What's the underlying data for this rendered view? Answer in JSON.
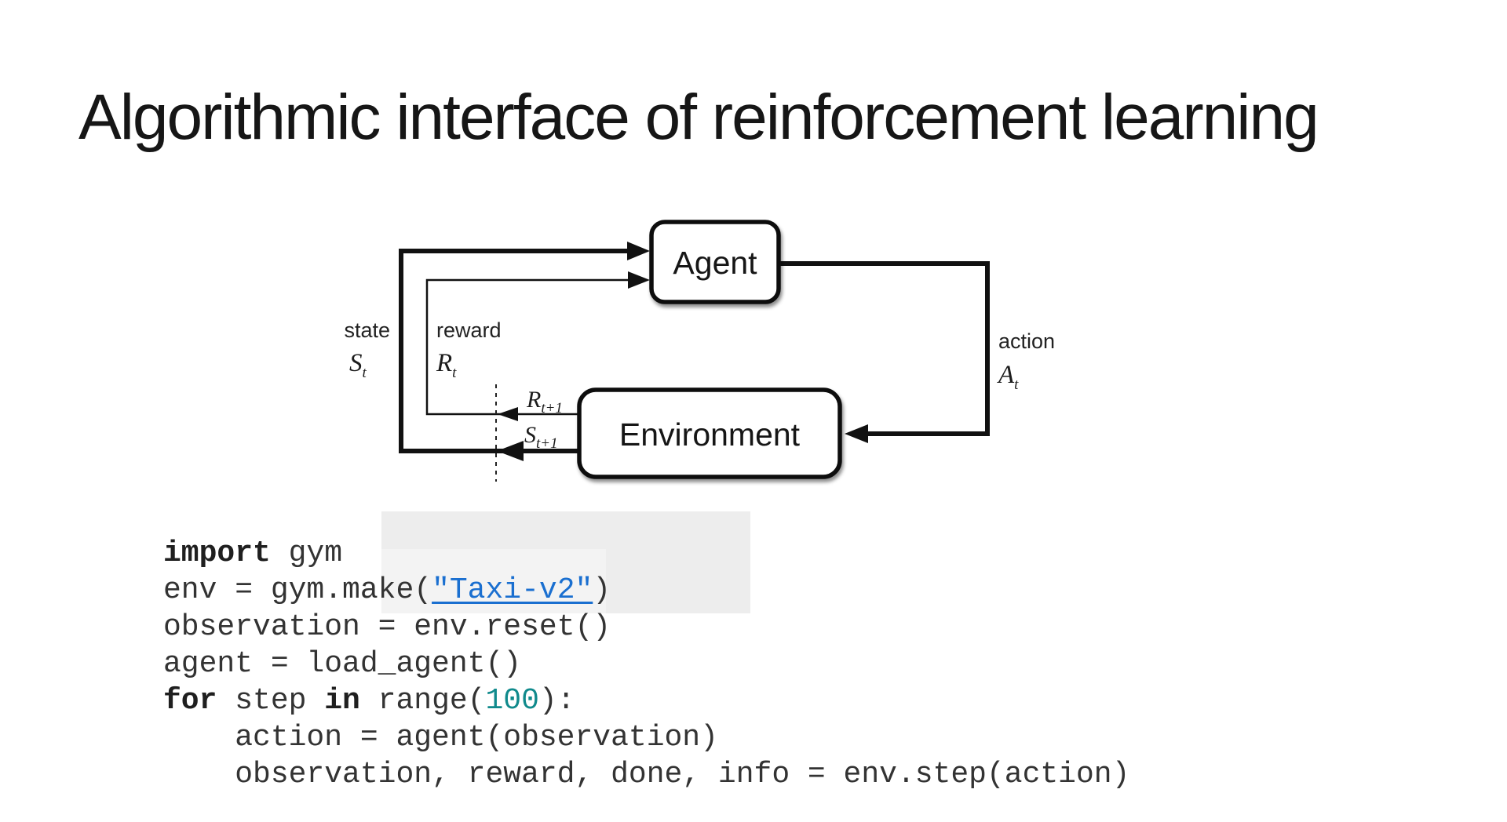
{
  "slide": {
    "title": "Algorithmic interface of reinforcement learning"
  },
  "diagram": {
    "agent_label": "Agent",
    "environment_label": "Environment",
    "state_label": "state",
    "state_symbol": "S",
    "state_subscript": "t",
    "reward_label": "reward",
    "reward_symbol": "R",
    "reward_subscript": "t",
    "action_label": "action",
    "action_symbol": "A",
    "action_subscript": "t",
    "next_reward_symbol": "R",
    "next_reward_subscript": "t+1",
    "next_state_symbol": "S",
    "next_state_subscript": "t+1",
    "stroke_color": "#111111"
  },
  "code": {
    "colors": {
      "plain": "#333333",
      "keyword": "#1f1f1f",
      "link": "#1a6fd0",
      "number": "#108a8c"
    },
    "lines": [
      {
        "tokens": [
          {
            "t": "import",
            "c": "kw"
          },
          {
            "t": " gym",
            "c": "plain"
          }
        ]
      },
      {
        "tokens": [
          {
            "t": "env = gym.make(",
            "c": "plain"
          },
          {
            "t": "\"Taxi-v2\"",
            "c": "link"
          },
          {
            "t": ")",
            "c": "plain"
          }
        ]
      },
      {
        "tokens": [
          {
            "t": "observation = env.reset()",
            "c": "plain"
          }
        ]
      },
      {
        "tokens": [
          {
            "t": "agent = load_agent()",
            "c": "plain"
          }
        ]
      },
      {
        "tokens": [
          {
            "t": "for",
            "c": "kw"
          },
          {
            "t": " step ",
            "c": "plain"
          },
          {
            "t": "in",
            "c": "kw"
          },
          {
            "t": " range(",
            "c": "plain"
          },
          {
            "t": "100",
            "c": "num"
          },
          {
            "t": "):",
            "c": "plain"
          }
        ]
      },
      {
        "tokens": [
          {
            "t": "    action = agent(observation)",
            "c": "plain"
          }
        ]
      },
      {
        "tokens": [
          {
            "t": "    observation, reward, done, info = env.step(action)",
            "c": "plain"
          }
        ]
      }
    ]
  }
}
